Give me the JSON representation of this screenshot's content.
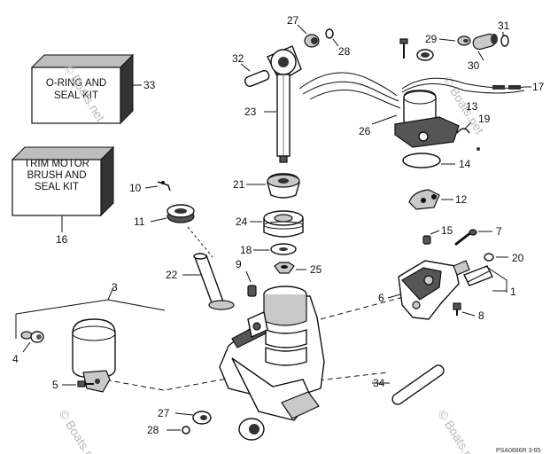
{
  "watermark": "© Boats.net",
  "kits": [
    {
      "line1": "O-RING AND",
      "line2": "SEAL KIT"
    },
    {
      "line1": "TRIM MOTOR",
      "line2": "BRUSH AND",
      "line3": "SEAL KIT"
    }
  ],
  "callouts": {
    "n1": "1",
    "n3": "3",
    "n4": "4",
    "n5": "5",
    "n6": "6",
    "n7": "7",
    "n8": "8",
    "n9": "9",
    "n10": "10",
    "n11": "11",
    "n12": "12",
    "n13": "13",
    "n14": "14",
    "n15": "15",
    "n16": "16",
    "n17": "17",
    "n18": "18",
    "n19": "19",
    "n20": "20",
    "n21": "21",
    "n22": "22",
    "n23": "23",
    "n24": "24",
    "n25": "25",
    "n26": "26",
    "n27": "27",
    "n28": "28",
    "n29": "29",
    "n30": "30",
    "n31": "31",
    "n32": "32",
    "n33": "33",
    "n34": "34"
  },
  "footer": {
    "code": "PSA0686R 3-95"
  }
}
